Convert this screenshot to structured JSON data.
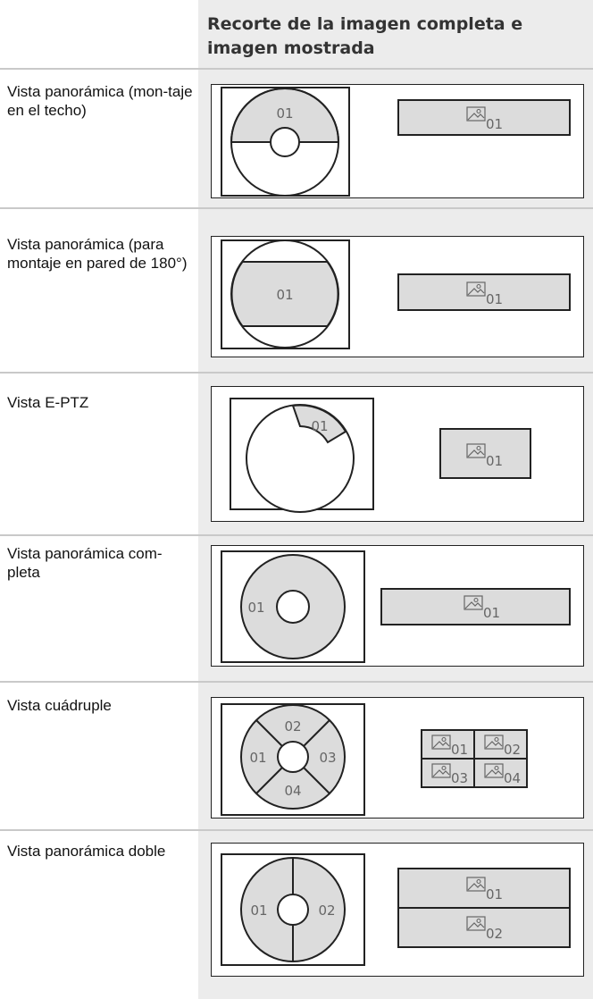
{
  "header": {
    "title": "Recorte de la imagen completa e imagen mostrada"
  },
  "rows": [
    {
      "label": "Vista panorámica (mon-taje en el techo)",
      "regions": [
        "01"
      ],
      "outputs": [
        "01"
      ]
    },
    {
      "label": "Vista panorámica (para montaje en pared de 180°)",
      "regions": [
        "01"
      ],
      "outputs": [
        "01"
      ]
    },
    {
      "label": "Vista E-PTZ",
      "regions": [
        "01"
      ],
      "outputs": [
        "01"
      ]
    },
    {
      "label": "Vista panorámica com-pleta",
      "regions": [
        "01"
      ],
      "outputs": [
        "01"
      ]
    },
    {
      "label": "Vista cuádruple",
      "regions": [
        "02",
        "01",
        "03",
        "04"
      ],
      "outputs": [
        "01",
        "02",
        "03",
        "04"
      ]
    },
    {
      "label": "Vista panorámica doble",
      "regions": [
        "01",
        "02"
      ],
      "outputs": [
        "01",
        "02"
      ]
    }
  ],
  "colors": {
    "header_bg": "#ececec",
    "cell_bg": "#ececec",
    "region_fill": "#dcdcdc",
    "divider": "#c9c9c9",
    "stroke": "#222222"
  },
  "icons": [
    "image-icon"
  ]
}
